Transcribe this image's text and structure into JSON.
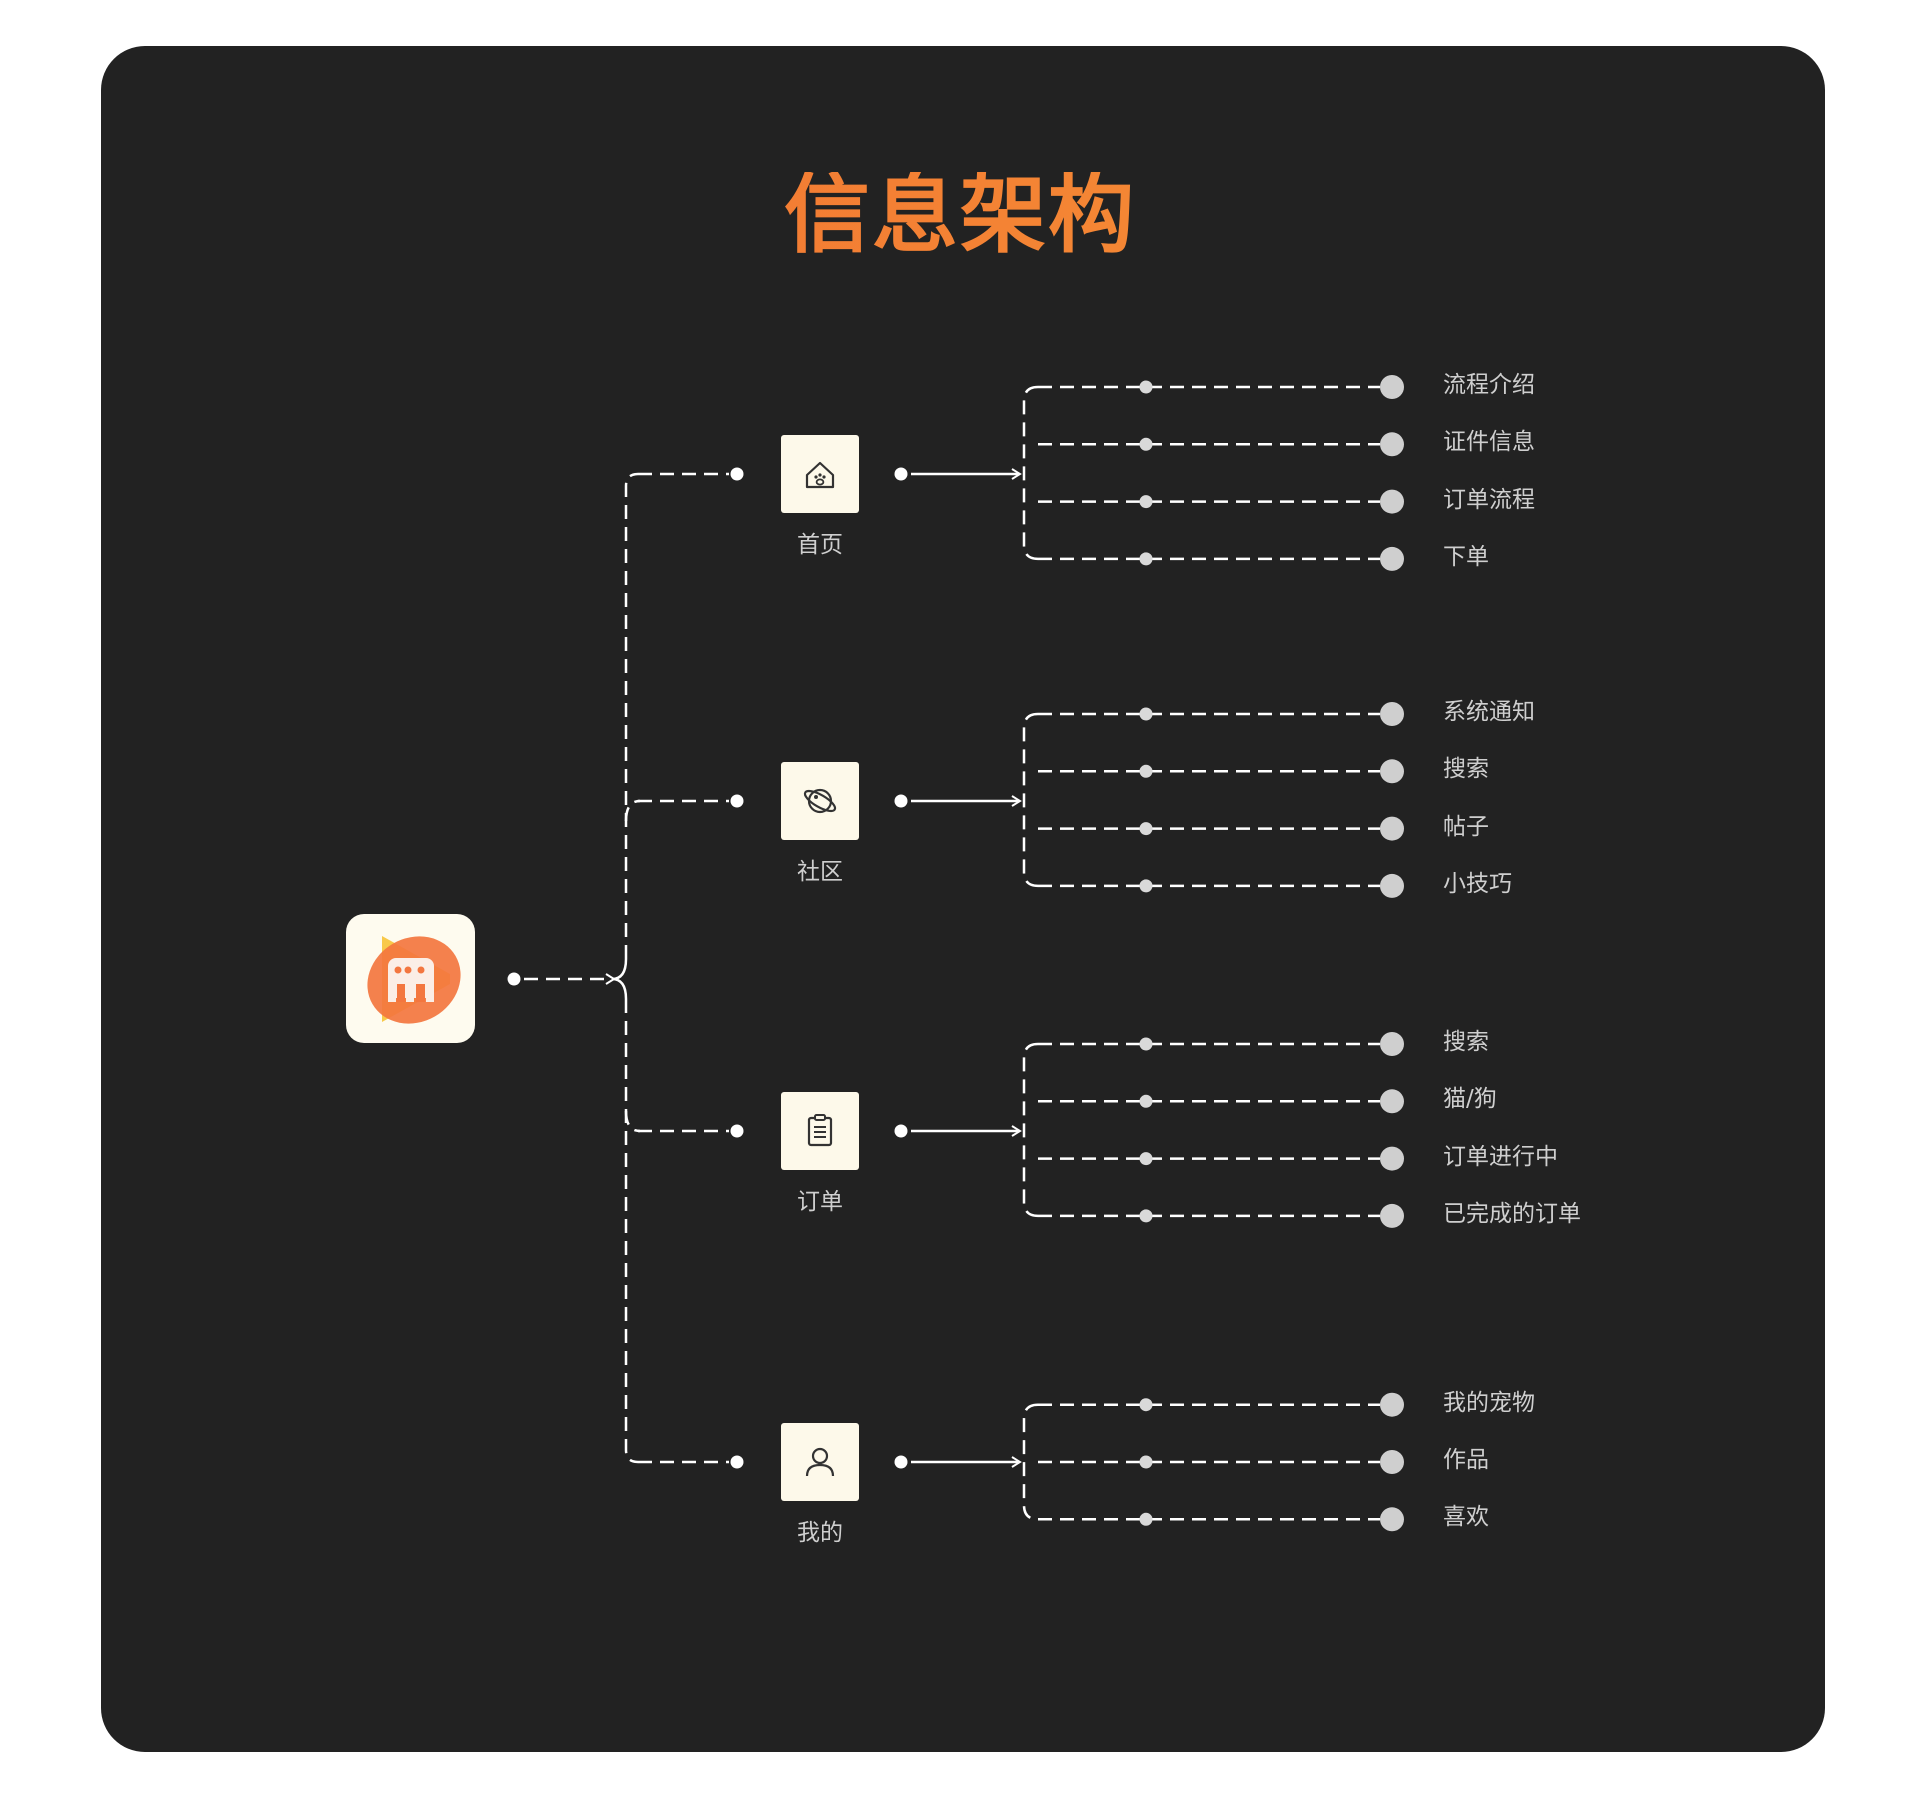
{
  "title": "信息架构",
  "colors": {
    "panel_bg": "#222222",
    "title_gradient_start": "#f26a33",
    "title_gradient_end": "#f59a34",
    "line": "#ffffff",
    "leaf_dot": "#cfcfcf",
    "label": "#cfcfcf",
    "node_bg": "#fdf9ea"
  },
  "root": {
    "icon": "app-logo-icon"
  },
  "branches": [
    {
      "label": "首页",
      "icon": "home-pet-icon",
      "children": [
        "流程介绍",
        "证件信息",
        "订单流程",
        "下单"
      ]
    },
    {
      "label": "社区",
      "icon": "planet-icon",
      "children": [
        "系统通知",
        "搜索",
        "帖子",
        "小技巧"
      ]
    },
    {
      "label": "订单",
      "icon": "clipboard-list-icon",
      "children": [
        "搜索",
        "猫/狗",
        "订单进行中",
        "已完成的订单"
      ]
    },
    {
      "label": "我的",
      "icon": "user-icon",
      "children": [
        "我的宠物",
        "作品",
        "喜欢"
      ]
    }
  ]
}
